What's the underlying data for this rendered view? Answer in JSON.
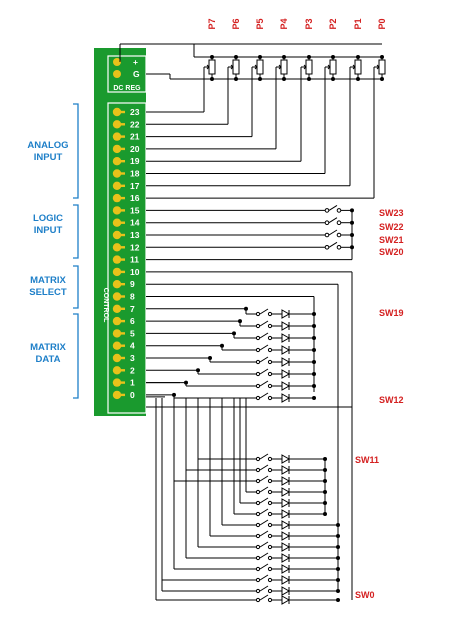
{
  "board": {
    "power_pins": [
      "+",
      "G"
    ],
    "dc_reg_label": "DC REG",
    "control_label": "CONTROL",
    "pins": [
      "23",
      "22",
      "21",
      "20",
      "19",
      "18",
      "17",
      "16",
      "15",
      "14",
      "13",
      "12",
      "11",
      "10",
      "9",
      "8",
      "7",
      "6",
      "5",
      "4",
      "3",
      "2",
      "1",
      "0"
    ],
    "colors": {
      "board": "#1a9a2e",
      "pin": "#e8c21a",
      "label_blue": "#1e7fc8",
      "label_red": "#d42020"
    }
  },
  "groups": [
    {
      "name": "analog-input",
      "lines": [
        "ANALOG",
        "INPUT"
      ]
    },
    {
      "name": "logic-input",
      "lines": [
        "LOGIC",
        "INPUT"
      ]
    },
    {
      "name": "matrix-select",
      "lines": [
        "MATRIX",
        "SELECT"
      ]
    },
    {
      "name": "matrix-data",
      "lines": [
        "MATRIX",
        "DATA"
      ]
    }
  ],
  "pots": [
    "P7",
    "P6",
    "P5",
    "P4",
    "P3",
    "P2",
    "P1",
    "P0"
  ],
  "switch_labels": [
    "SW23",
    "SW22",
    "SW21",
    "SW20",
    "SW19",
    "SW12",
    "SW11",
    "SW0"
  ]
}
